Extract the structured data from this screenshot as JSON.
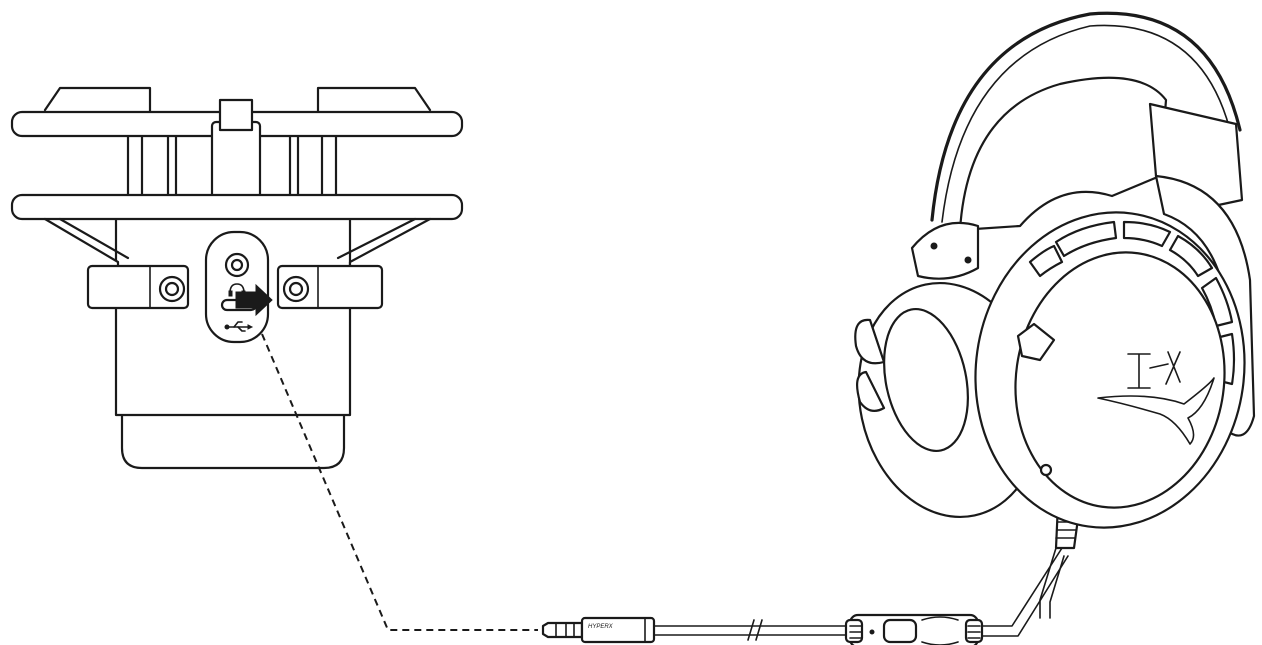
{
  "diagram": {
    "connection_arrow_direction": "right",
    "line_color": "#1a1a1a",
    "background_color": "#ffffff",
    "cable_plug_brand_text": "HYPERX"
  },
  "icons": {
    "headphone_port_icon": "headphones-icon",
    "usb_port_icon": "usb-icon",
    "headset_logo": "hyperx-logo"
  }
}
